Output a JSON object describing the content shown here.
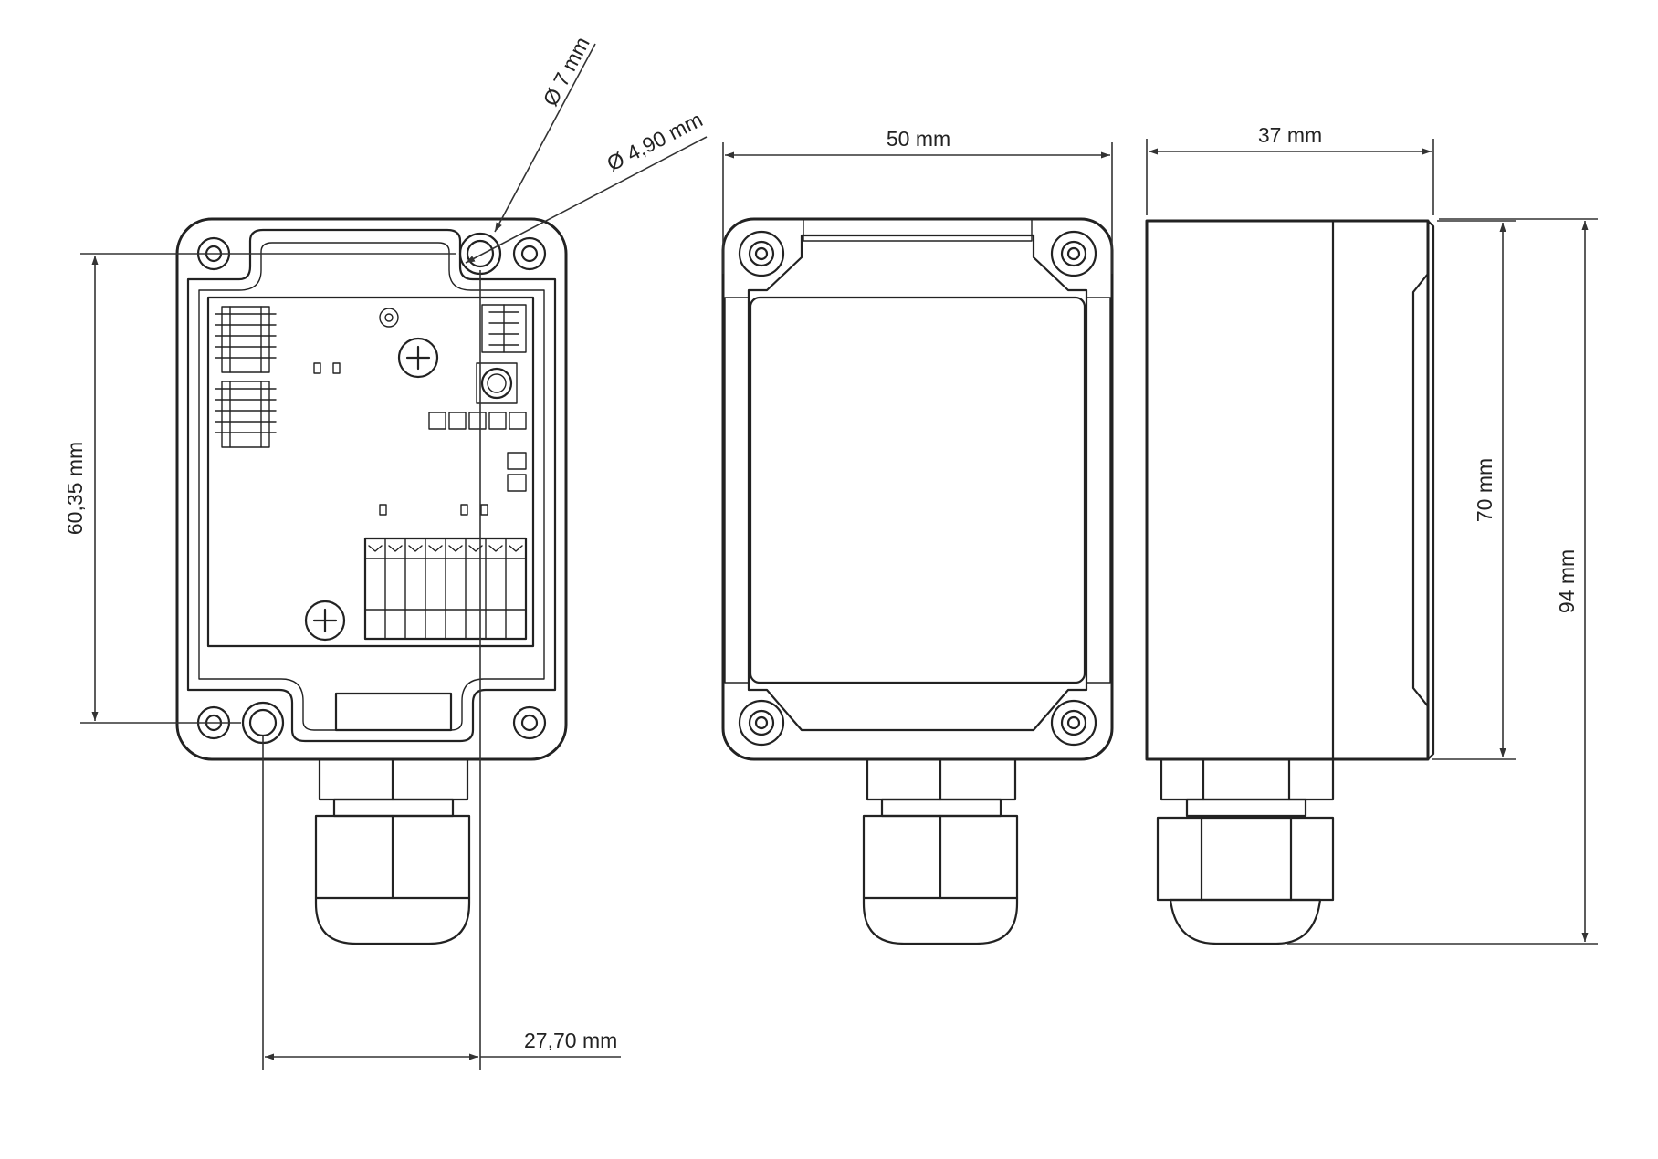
{
  "dimensions": {
    "hole_7": "Ø 7 mm",
    "hole_490": "Ø 4,90 mm",
    "hole_spacing_v": "60,35 mm",
    "hole_spacing_h": "27,70 mm",
    "width": "50 mm",
    "depth": "37 mm",
    "height_body": "70 mm",
    "height_total": "94 mm"
  },
  "colors": {
    "line": "#222222",
    "background": "#ffffff"
  }
}
